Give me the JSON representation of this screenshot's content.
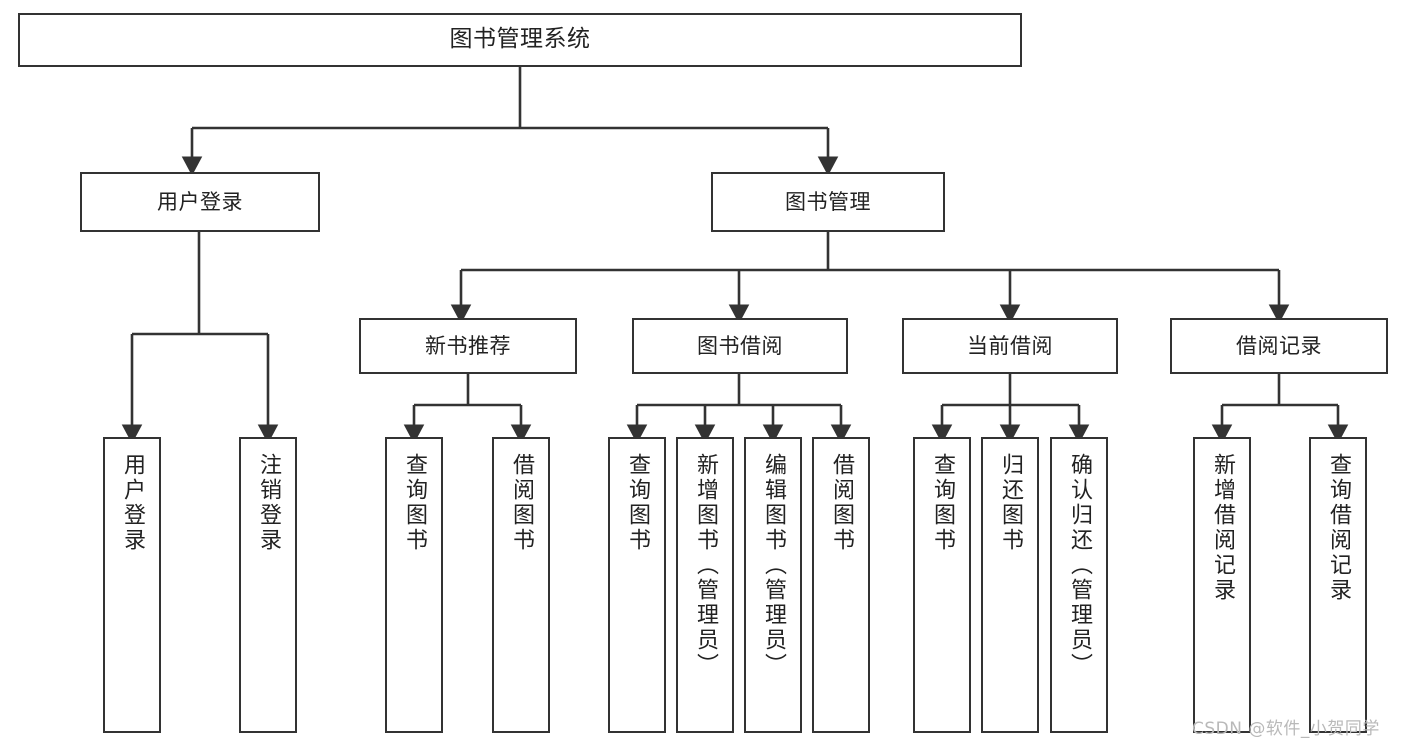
{
  "diagram": {
    "title": "图书管理系统",
    "type": "tree-hierarchy",
    "orientation": "top-down",
    "colors": {
      "box_border": "#333333",
      "box_fill": "#ffffff",
      "edge": "#333333",
      "text": "#222222",
      "watermark": "#b9b9b9"
    },
    "nodes": {
      "root": {
        "label": "图书管理系统"
      },
      "level2": [
        {
          "id": "user-login",
          "label": "用户登录"
        },
        {
          "id": "book-manage",
          "label": "图书管理"
        }
      ],
      "level3": [
        {
          "id": "new-book-recommend",
          "label": "新书推荐"
        },
        {
          "id": "book-borrow",
          "label": "图书借阅"
        },
        {
          "id": "current-borrow",
          "label": "当前借阅"
        },
        {
          "id": "borrow-record",
          "label": "借阅记录"
        }
      ],
      "leaves": {
        "user-login": [
          {
            "id": "leaf-user-login",
            "label": "用户登录"
          },
          {
            "id": "leaf-user-logout",
            "label": "注销登录"
          }
        ],
        "new-book-recommend": [
          {
            "id": "leaf-query-book-1",
            "label": "查询图书"
          },
          {
            "id": "leaf-borrow-book-1",
            "label": "借阅图书"
          }
        ],
        "book-borrow": [
          {
            "id": "leaf-query-book-2",
            "label": "查询图书"
          },
          {
            "id": "leaf-add-book",
            "label": "新增图书（管理员）"
          },
          {
            "id": "leaf-edit-book",
            "label": "编辑图书（管理员）"
          },
          {
            "id": "leaf-borrow-book-2",
            "label": "借阅图书"
          }
        ],
        "current-borrow": [
          {
            "id": "leaf-query-book-3",
            "label": "查询图书"
          },
          {
            "id": "leaf-return-book",
            "label": "归还图书"
          },
          {
            "id": "leaf-confirm-return",
            "label": "确认归还（管理员）"
          }
        ],
        "borrow-record": [
          {
            "id": "leaf-add-record",
            "label": "新增借阅记录"
          },
          {
            "id": "leaf-query-record",
            "label": "查询借阅记录"
          }
        ]
      }
    },
    "watermark": "CSDN @软件_小贺同学"
  }
}
